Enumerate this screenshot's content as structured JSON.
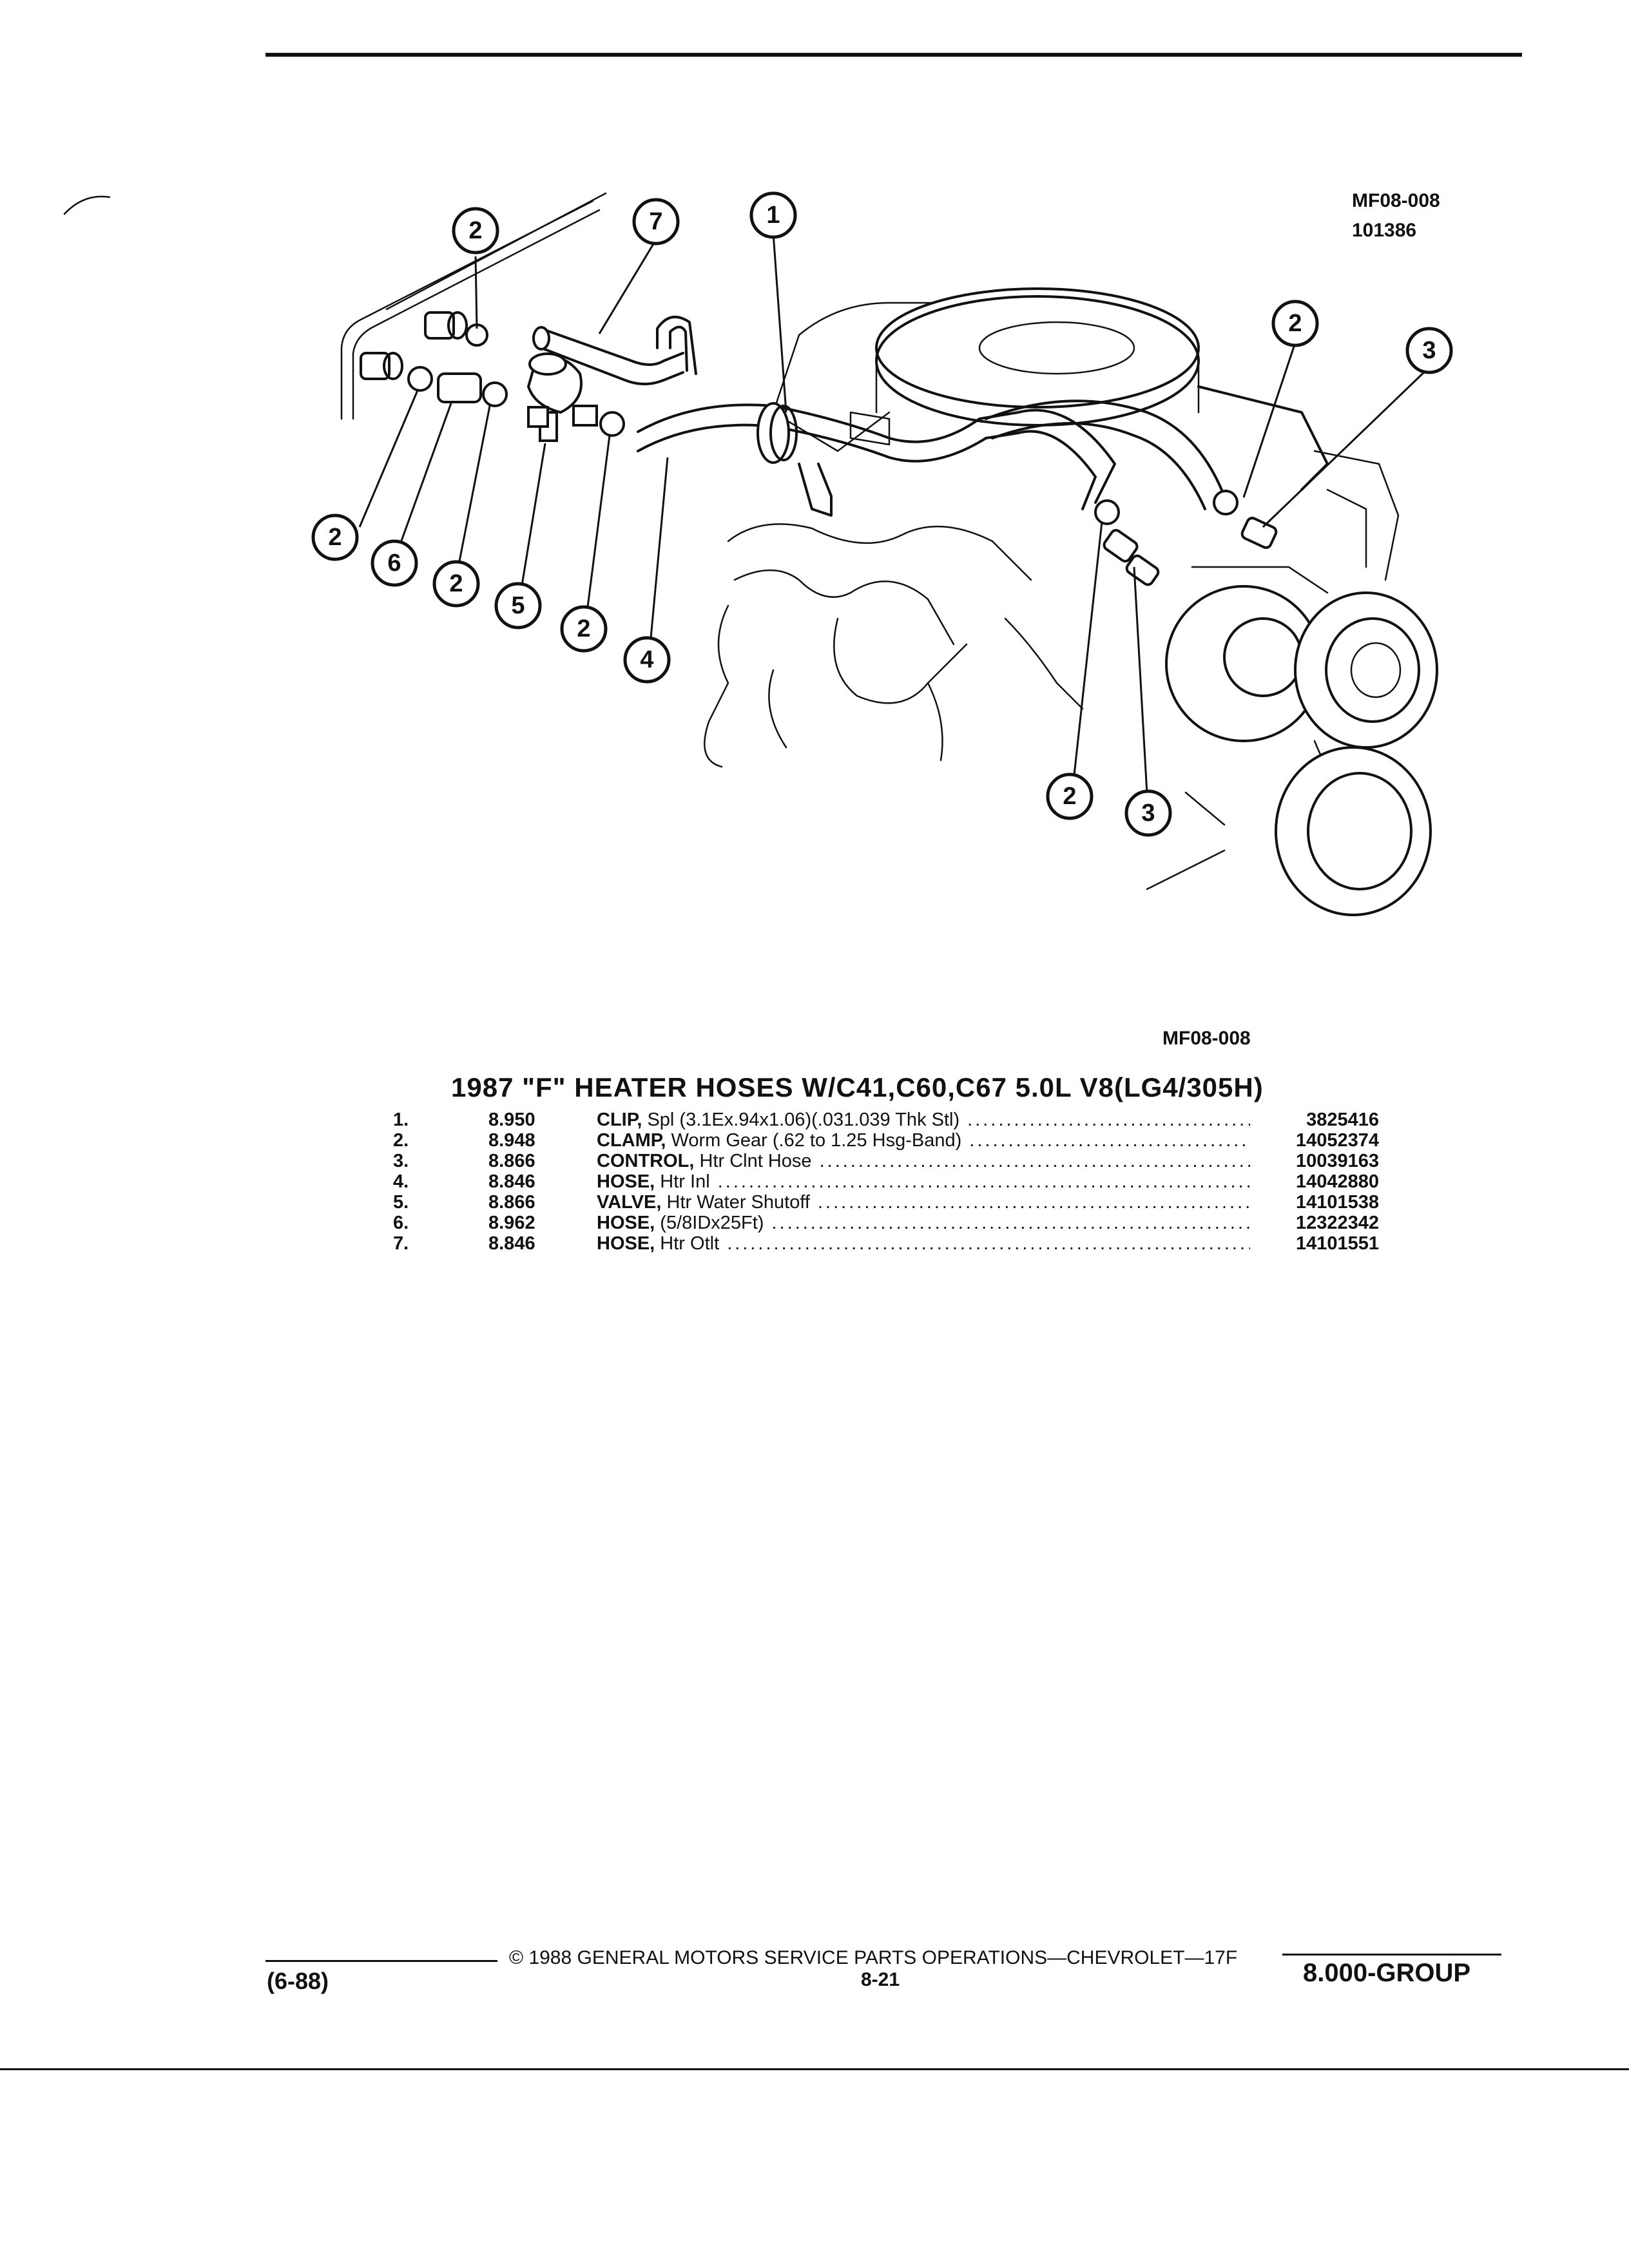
{
  "figure": {
    "code_top": "MF08-008",
    "date_code": "101386",
    "code_bottom": "MF08-008",
    "callouts": [
      "2",
      "7",
      "1",
      "2",
      "3",
      "2",
      "6",
      "2",
      "5",
      "2",
      "4",
      "2",
      "3"
    ]
  },
  "catalog": {
    "title": "1987 \"F\" HEATER HOSES W/C41,C60,C67 5.0L V8(LG4/305H)",
    "items": [
      {
        "num": "1.",
        "group": "8.950",
        "name": "CLIP,",
        "detail": " Spl (3.1Ex.94x1.06)(.031.039 Thk Stl)",
        "part": "3825416"
      },
      {
        "num": "2.",
        "group": "8.948",
        "name": "CLAMP,",
        "detail": " Worm Gear (.62 to 1.25 Hsg-Band)",
        "part": "14052374"
      },
      {
        "num": "3.",
        "group": "8.866",
        "name": "CONTROL,",
        "detail": " Htr Clnt Hose",
        "part": "10039163"
      },
      {
        "num": "4.",
        "group": "8.846",
        "name": "HOSE,",
        "detail": " Htr Inl",
        "part": "14042880"
      },
      {
        "num": "5.",
        "group": "8.866",
        "name": "VALVE,",
        "detail": " Htr Water Shutoff",
        "part": "14101538"
      },
      {
        "num": "6.",
        "group": "8.962",
        "name": "HOSE,",
        "detail": " (5/8IDx25Ft)",
        "part": "12322342"
      },
      {
        "num": "7.",
        "group": "8.846",
        "name": "HOSE,",
        "detail": " Htr Otlt",
        "part": "14101551"
      }
    ]
  },
  "footer": {
    "copyright": "© 1988 GENERAL MOTORS SERVICE PARTS OPERATIONS—CHEVROLET—17F",
    "date": "(6-88)",
    "page": "8-21",
    "group": "8.000-GROUP"
  }
}
